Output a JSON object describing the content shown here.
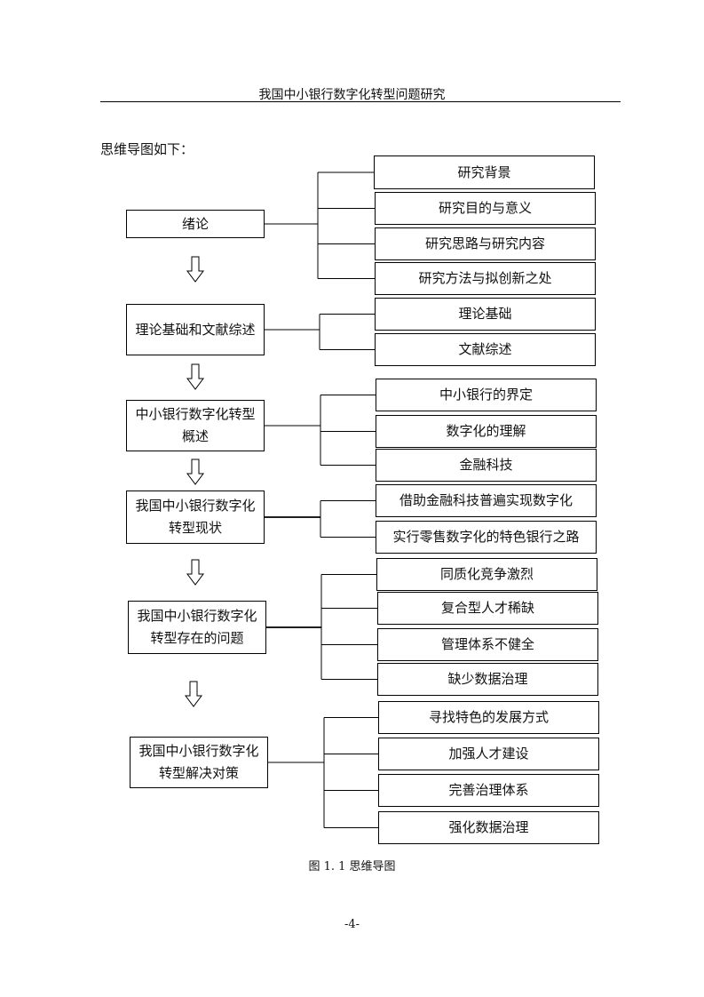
{
  "header": {
    "title": "我国中小银行数字化转型问题研究"
  },
  "intro": "思维导图如下：",
  "diagram": {
    "sections": [
      {
        "title": "绪论",
        "children": [
          "研究背景",
          "研究目的与意义",
          "研究思路与研究内容",
          "研究方法与拟创新之处"
        ]
      },
      {
        "title": "理论基础和文献综述",
        "children": [
          "理论基础",
          "文献综述"
        ]
      },
      {
        "title": "中小银行数字化转型概述",
        "children": [
          "中小银行的界定",
          "数字化的理解",
          "金融科技"
        ]
      },
      {
        "title": "我国中小银行数字化转型现状",
        "children": [
          "借助金融科技普遍实现数字化",
          "实行零售数字化的特色银行之路"
        ]
      },
      {
        "title": "我国中小银行数字化转型存在的问题",
        "children": [
          "同质化竞争激烈",
          "复合型人才稀缺",
          "管理体系不健全",
          "缺少数据治理"
        ]
      },
      {
        "title": "我国中小银行数字化转型解决对策",
        "children": [
          "寻找特色的发展方式",
          "加强人才建设",
          "完善治理体系",
          "强化数据治理"
        ]
      }
    ]
  },
  "caption": "图 1. 1    思维导图",
  "page_number": "-4-"
}
